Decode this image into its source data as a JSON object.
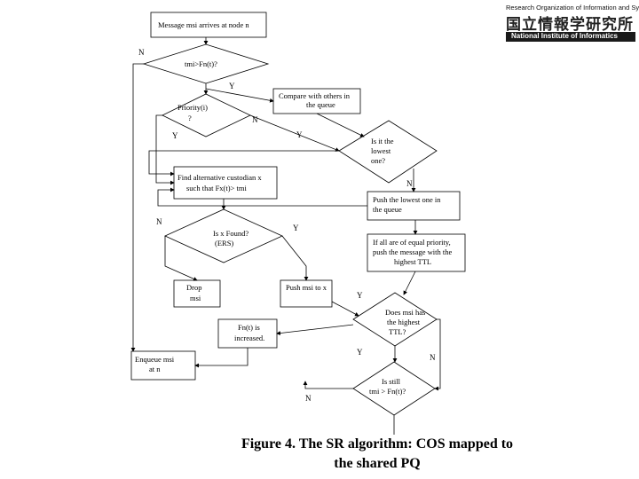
{
  "logo": {
    "org_top": "Research Organization of Information and Systems",
    "kanji": "国立情報学研究所",
    "org_bar": "National Institute of Informatics"
  },
  "nodes": {
    "start": "Message msi arrives at node n",
    "d_tm": "tmi>Fn(t)?",
    "d_priority_l1": "Priority(i)",
    "d_priority_l2": "?",
    "compare_l1": "Compare with others in",
    "compare_l2": "the queue",
    "d_lowest_l1": "Is it the",
    "d_lowest_l2": "lowest",
    "d_lowest_l3": "one?",
    "find_l1": "Find alternative custodian x",
    "find_l2": "such that Fx(t)> tmi",
    "push_lowest_l1": "Push the lowest one in",
    "push_lowest_l2": "the queue",
    "d_found_l1": "Is x Found?",
    "d_found_l2": "(ERS)",
    "equal_l1": "If all are of equal priority,",
    "equal_l2": "push the message with the",
    "equal_l3": "highest TTL",
    "drop_l1": "Drop",
    "drop_l2": "msi",
    "push_x": "Push msi to x",
    "d_ttl_l1": "Does msi has",
    "d_ttl_l2": "the highest",
    "d_ttl_l3": "TTL?",
    "increased_l1": "Fn(t) is",
    "increased_l2": "increased.",
    "enqueue_l1": "Enqueue msi",
    "enqueue_l2": "at n",
    "d_still_l1": "Is still",
    "d_still_l2": "tmi > Fn(t)?"
  },
  "labels": {
    "n_tm": "N",
    "y_tm": "Y",
    "n_priority": "N",
    "y_priority": "Y",
    "y_compare": "Y",
    "n_lowest": "N",
    "n_found": "N",
    "y_found": "Y",
    "y_equal": "Y",
    "y_ttl": "Y",
    "n_ttl": "N",
    "n_still": "N"
  },
  "caption": {
    "line1": "Figure 4. The SR algorithm: COS mapped to",
    "line2": "the shared PQ"
  }
}
